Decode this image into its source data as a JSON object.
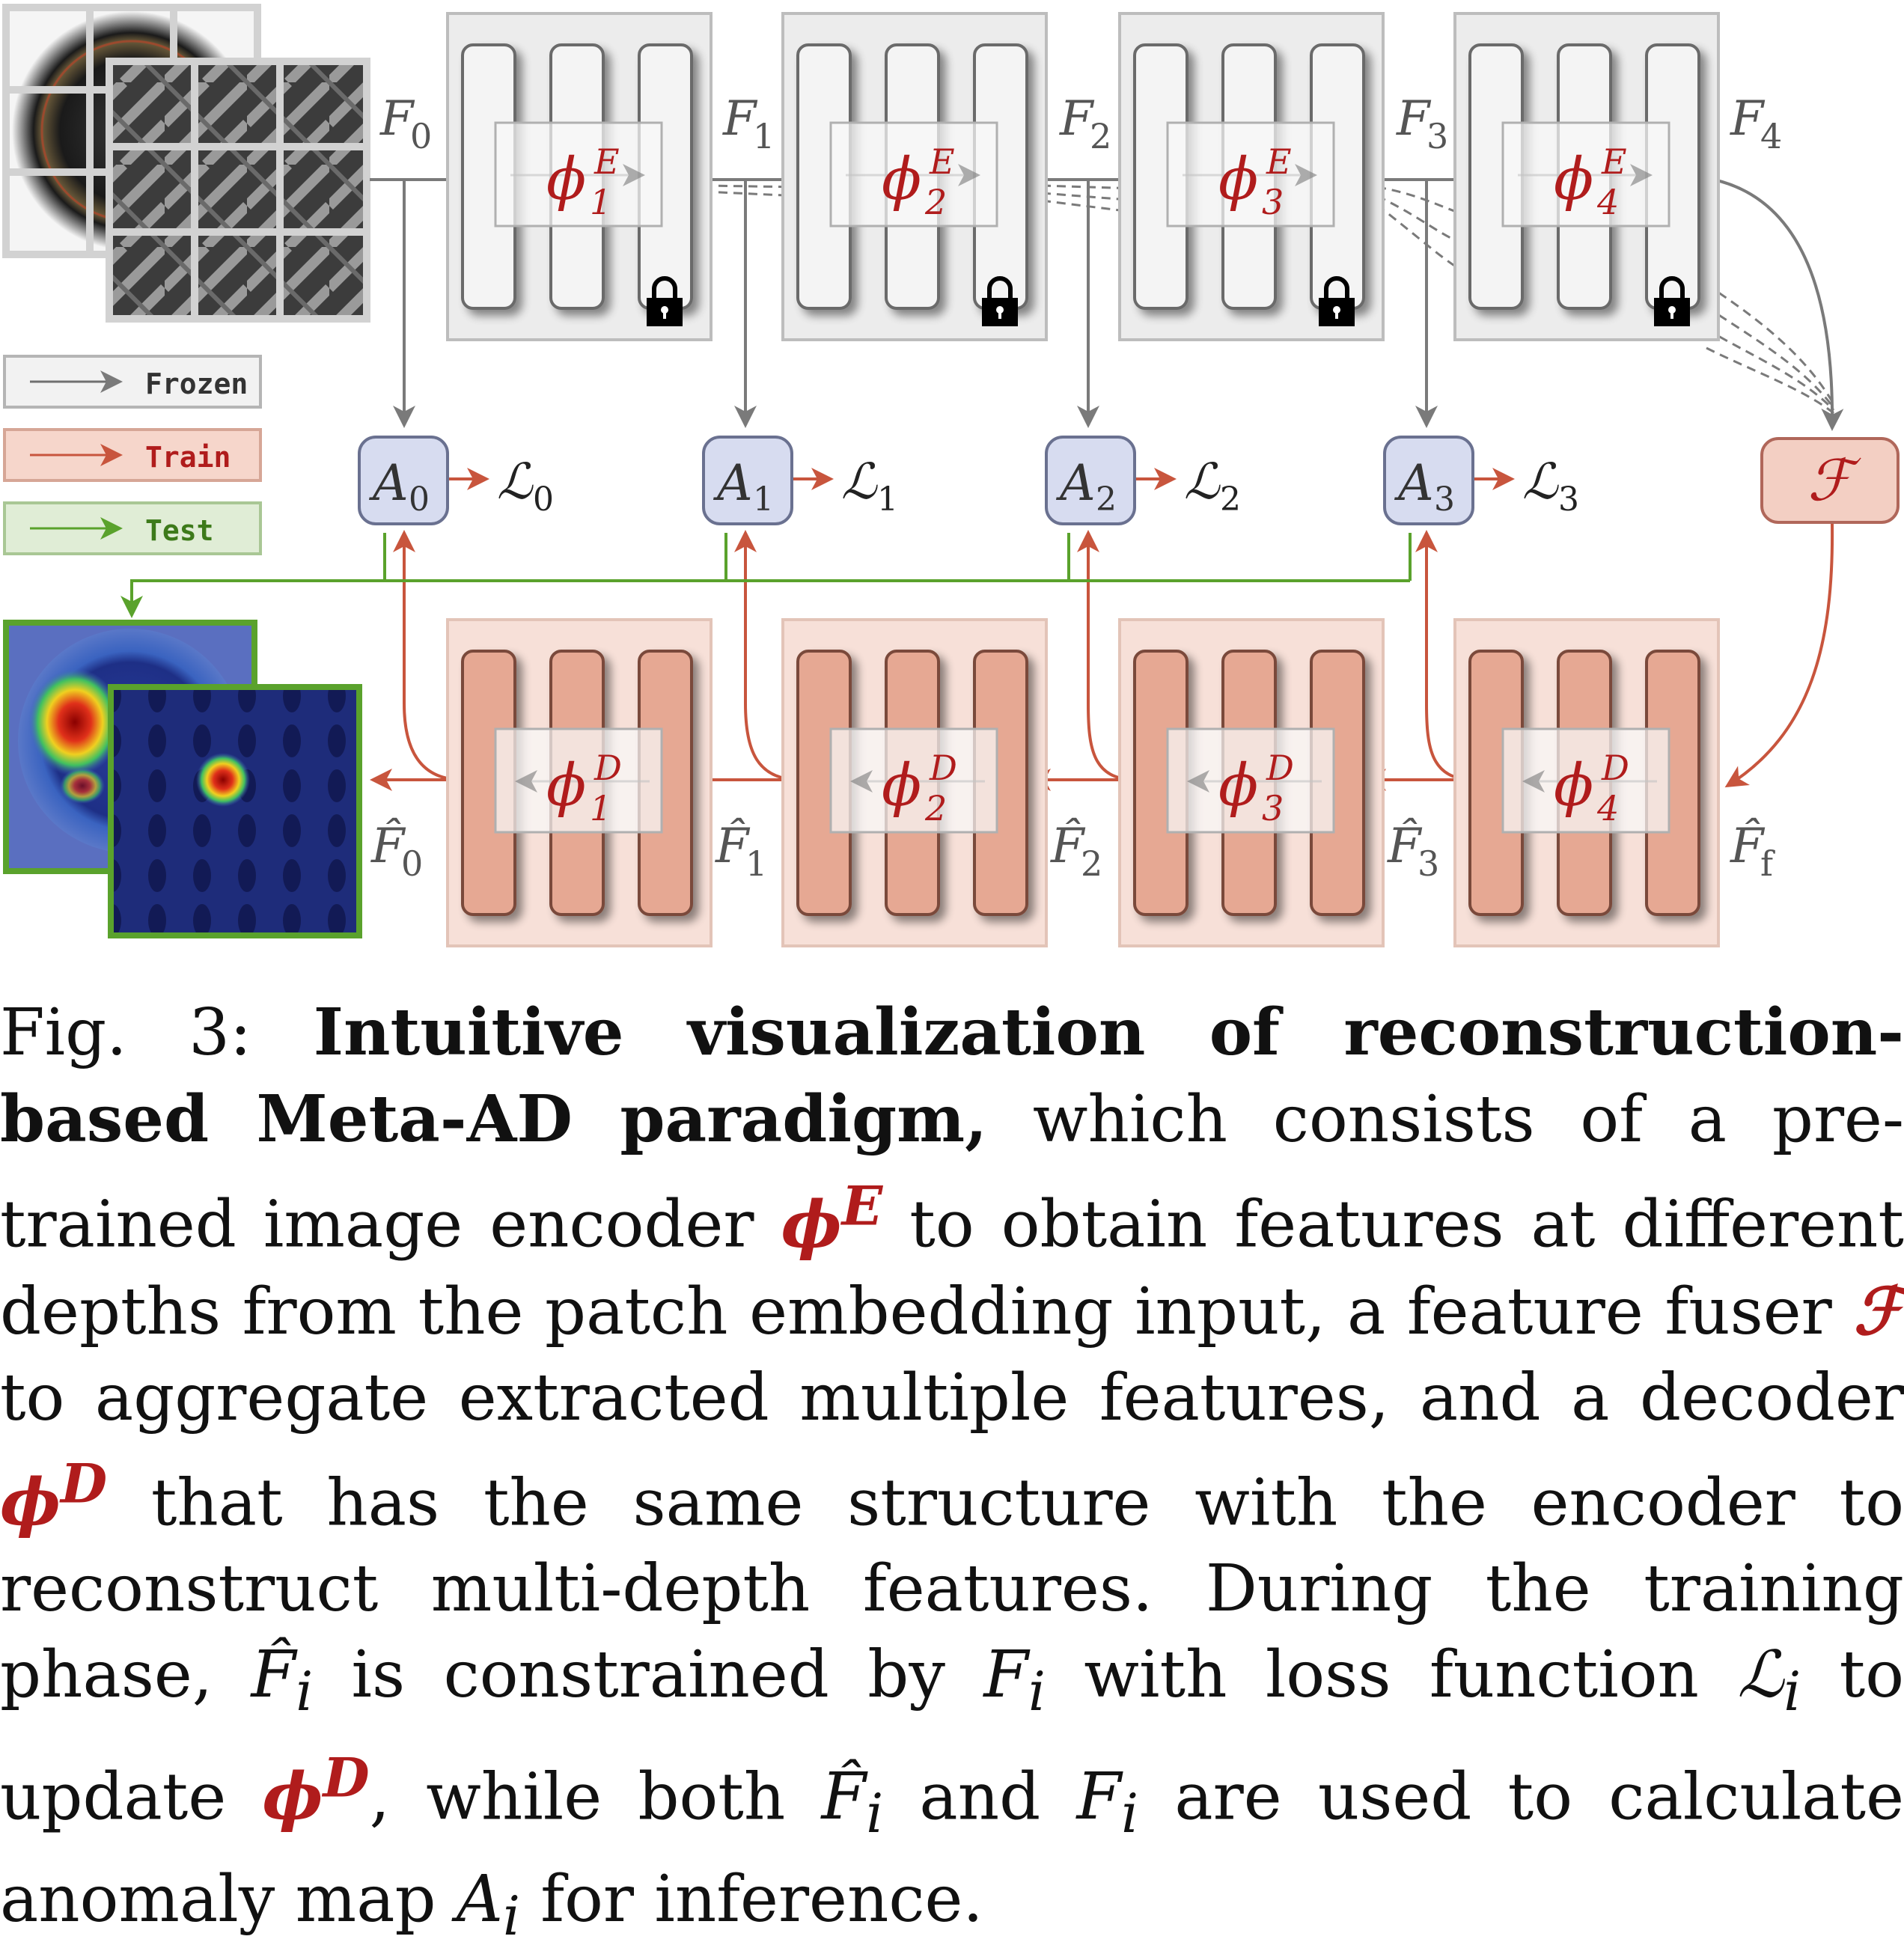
{
  "legend": [
    {
      "label": "Frozen",
      "color": "#707070",
      "bg": "#f2f2f2",
      "border": "#b5b5b5"
    },
    {
      "label": "Train",
      "color": "#c8553d",
      "bg": "#f6d6cb",
      "border": "#d6a696"
    },
    {
      "label": "Test",
      "color": "#5aa22c",
      "bg": "#e0edd6",
      "border": "#a9c795"
    }
  ],
  "encoder": {
    "feature_labels": [
      "F0",
      "F1",
      "F2",
      "F3",
      "F4"
    ],
    "blocks": [
      {
        "sym": "ϕ",
        "sub": "1",
        "sup": "E"
      },
      {
        "sym": "ϕ",
        "sub": "2",
        "sup": "E"
      },
      {
        "sym": "ϕ",
        "sub": "3",
        "sup": "E"
      },
      {
        "sym": "ϕ",
        "sub": "4",
        "sup": "E"
      }
    ],
    "icon": "lock-icon"
  },
  "anomaly_maps": [
    {
      "label": "A",
      "sub": "0",
      "loss": "ℒ",
      "loss_sub": "0"
    },
    {
      "label": "A",
      "sub": "1",
      "loss": "ℒ",
      "loss_sub": "1"
    },
    {
      "label": "A",
      "sub": "2",
      "loss": "ℒ",
      "loss_sub": "2"
    },
    {
      "label": "A",
      "sub": "3",
      "loss": "ℒ",
      "loss_sub": "3"
    }
  ],
  "fuser": {
    "label": "ℱ"
  },
  "decoder": {
    "feature_labels": [
      "F̂0",
      "F̂1",
      "F̂2",
      "F̂3",
      "F̂f"
    ],
    "blocks": [
      {
        "sym": "ϕ",
        "sub": "1",
        "sup": "D"
      },
      {
        "sym": "ϕ",
        "sub": "2",
        "sup": "D"
      },
      {
        "sym": "ϕ",
        "sub": "3",
        "sup": "D"
      },
      {
        "sym": "ϕ",
        "sub": "4",
        "sup": "D"
      }
    ]
  },
  "colors": {
    "frozen": "#7a7a7a",
    "train": "#c8553d",
    "test": "#5aa22c",
    "symbol_red": "#b01c1c",
    "anomaly_fill": "#d7dcf0",
    "anomaly_border": "#6a7190",
    "fuser_fill": "#f3cfc3",
    "fuser_border": "#b0675a"
  },
  "caption": {
    "fig": "Fig. 3: ",
    "title": "Intuitive visualization of reconstruction-based Meta-AD paradigm,",
    "t1": " which consists of a pre-trained image encoder ",
    "phiE": "ϕ",
    "phiE_sup": "E",
    "t2": " to obtain features at different depths from the patch embedding input, a feature fuser ",
    "fuser": "ℱ",
    "t3": " to aggregate extracted multiple features, and a decoder ",
    "phiD": "ϕ",
    "phiD_sup": "D",
    "t4": " that has the same structure with the encoder to reconstruct multi-depth features. During the training phase, ",
    "Fhat_i": "F̂",
    "i": "i",
    "t5": " is constrained by ",
    "F_i": "F",
    "t6": " with loss function ",
    "L_i": "ℒ",
    "t7": " to update ",
    "phiD2": "ϕ",
    "phiD2_sup": "D",
    "t8": ", while both ",
    "t9": " and ",
    "t10": " are used to calculate anomaly map ",
    "A_i": "A",
    "t11": " for inference."
  }
}
